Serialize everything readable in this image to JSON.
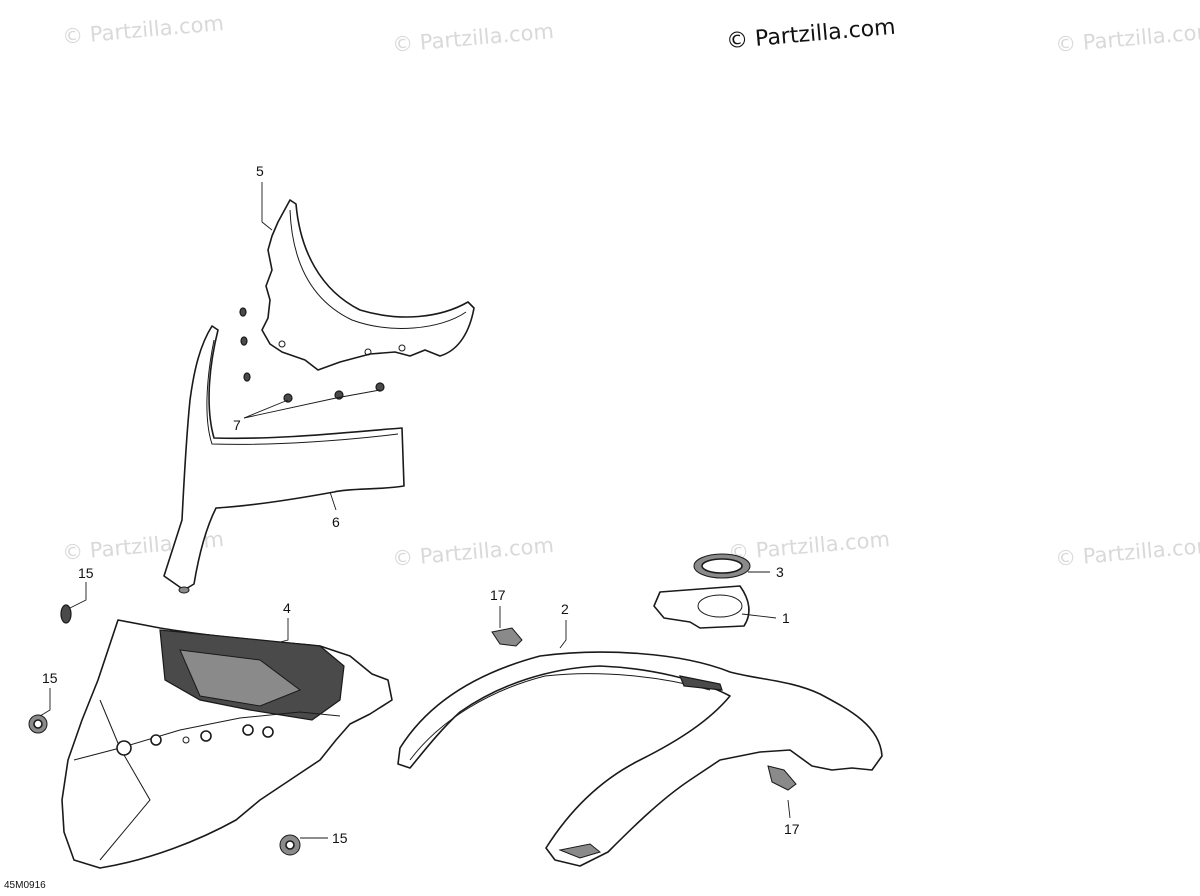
{
  "watermark": {
    "main_text": "© Partzilla.com",
    "faint_text": "© Partzilla.com"
  },
  "callouts": {
    "c1": "1",
    "c2": "2",
    "c3": "3",
    "c4": "4",
    "c5": "5",
    "c6": "6",
    "c7": "7",
    "c15a": "15",
    "c15b": "15",
    "c15c": "15",
    "c17a": "17",
    "c17b": "17"
  },
  "diagram_code": "45M0916"
}
